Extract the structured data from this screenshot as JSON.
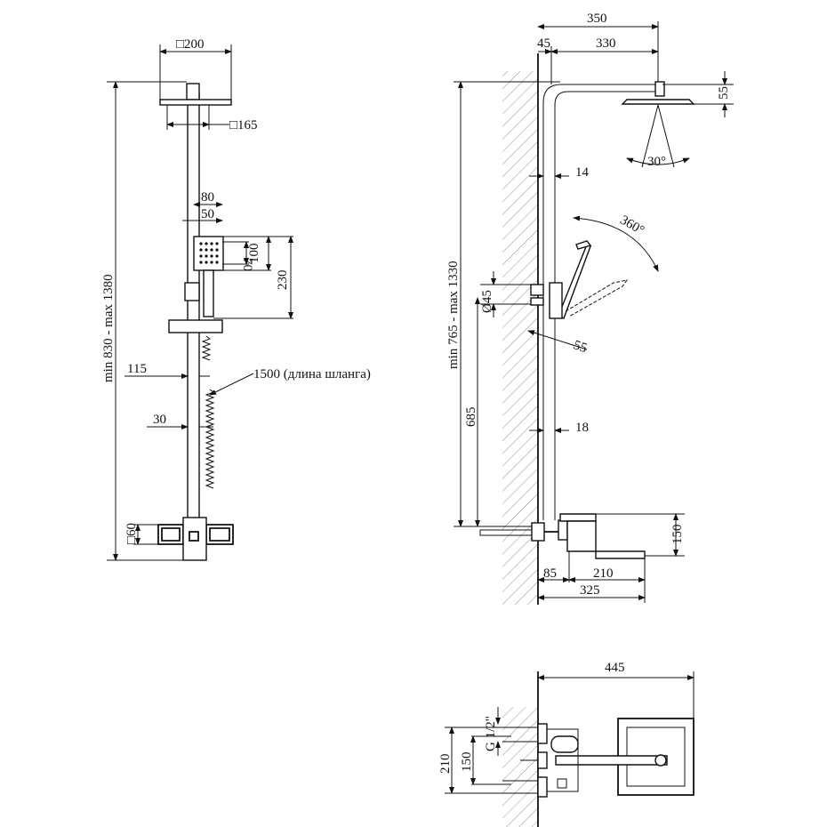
{
  "front_view": {
    "head_size": "□200",
    "plate_size": "□165",
    "hand_width": "80",
    "hand_inner": "50",
    "hand_inner_h": "70",
    "hand_height": "100",
    "hand_span": "230",
    "offset": "115",
    "hose": "1500 (длина шланга)",
    "pipe": "30",
    "mixer_box": "□60",
    "height_range": "min 830 - max 1380"
  },
  "side_view": {
    "total_reach": "350",
    "wall_gap": "45",
    "arm": "330",
    "head_height": "55",
    "spray_angle": "30°",
    "pipe_upper": "14",
    "rotation": "360°",
    "holder_diameter": "Ø45",
    "holder_size": "55",
    "height_range": "min 765 - max 1330",
    "holder_height": "685",
    "pipe_lower": "18",
    "mixer_height": "150",
    "mixer_offset": "85",
    "spout": "210",
    "mixer_depth": "325"
  },
  "top_view": {
    "depth": "445",
    "spacing": "210",
    "inlet_spacing": "150",
    "thread": "G 1/2\""
  }
}
